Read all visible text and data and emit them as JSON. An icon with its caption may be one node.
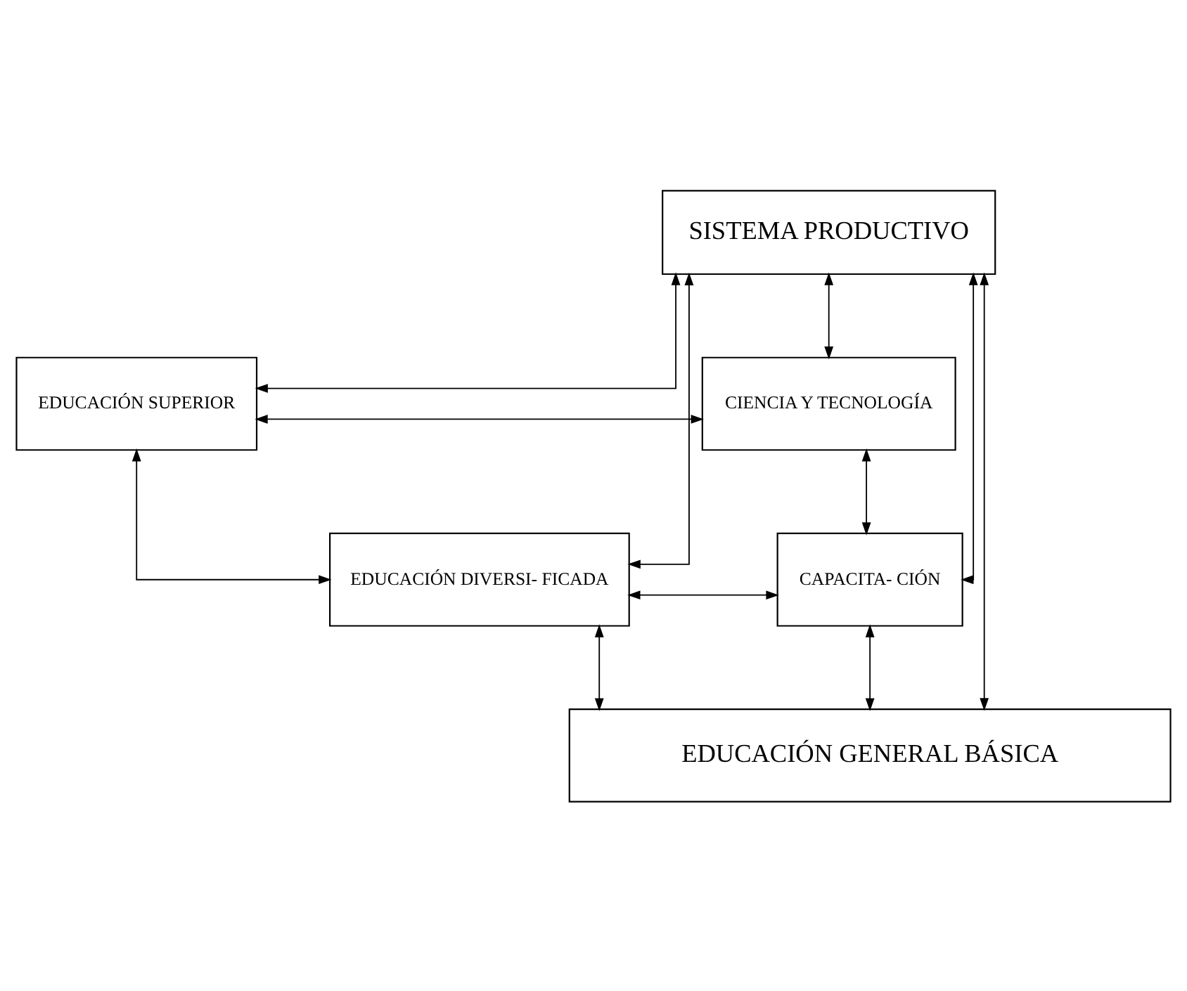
{
  "diagram": {
    "nodes": [
      {
        "text": [
          "SISTEMA PRODUCTIVO"
        ]
      },
      {
        "text": [
          "EDUCACIÓN SUPERIOR"
        ]
      },
      {
        "text": [
          "CIENCIA Y TECNOLOGÍA"
        ]
      },
      {
        "text": [
          "EDUCACIÓN DIVERSI- FICADA"
        ]
      },
      {
        "text": [
          "CAPACITA- CIÓN"
        ]
      },
      {
        "text": [
          "EDUCACIÓN GENERAL BÁSICA"
        ]
      }
    ],
    "edges": [
      {
        "from": 0,
        "to": 1,
        "arrow": "both"
      },
      {
        "from": 0,
        "to": 3,
        "arrow": "both"
      },
      {
        "from": 0,
        "to": 5,
        "arrow": "both"
      },
      {
        "from": 0,
        "to": 4,
        "arrow": "both"
      },
      {
        "from": 0,
        "to": 2,
        "arrow": "both"
      },
      {
        "from": 1,
        "to": 2,
        "arrow": "both"
      },
      {
        "from": 1,
        "to": 3,
        "arrow": "both"
      },
      {
        "from": 2,
        "to": 4,
        "arrow": "both"
      },
      {
        "from": 3,
        "to": 4,
        "arrow": "both"
      },
      {
        "from": 3,
        "to": 5,
        "arrow": "both"
      },
      {
        "from": 4,
        "to": 5,
        "arrow": "both"
      }
    ]
  }
}
